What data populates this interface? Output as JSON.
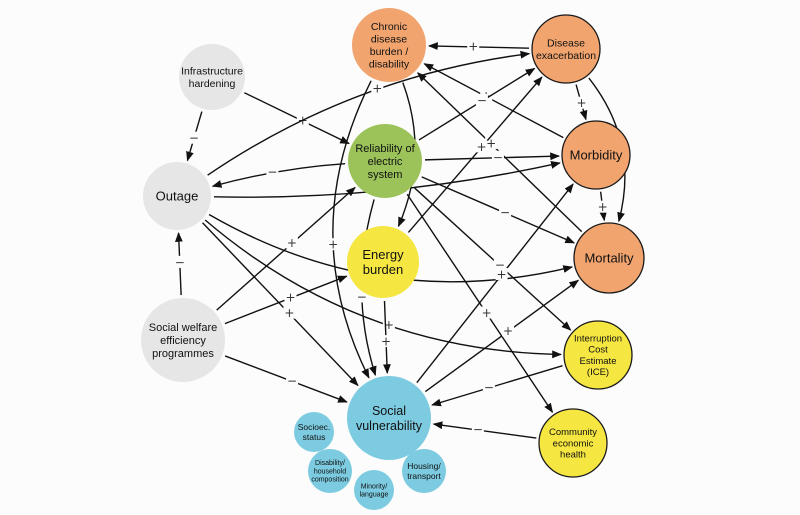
{
  "colors": {
    "grey": "#e6e6e6",
    "green": "#9bc35a",
    "orange": "#f2a46f",
    "yellow": "#f5e642",
    "blue": "#7ccbe0",
    "stroke": "#1a1a1a"
  },
  "nodes": [
    {
      "id": "infra",
      "lines": [
        "Infrastructure",
        "hardening"
      ],
      "color": "grey",
      "outlined": false
    },
    {
      "id": "outage",
      "lines": [
        "Outage"
      ],
      "color": "grey",
      "outlined": false
    },
    {
      "id": "welfare",
      "lines": [
        "Social welfare",
        "efficiency",
        "programmes"
      ],
      "color": "grey",
      "outlined": false
    },
    {
      "id": "chronic",
      "lines": [
        "Chronic",
        "disease",
        "burden /",
        "disability"
      ],
      "color": "orange",
      "outlined": false
    },
    {
      "id": "reliability",
      "lines": [
        "Reliability of",
        "electric",
        "system"
      ],
      "color": "green",
      "outlined": false
    },
    {
      "id": "energy",
      "lines": [
        "Energy",
        "burden"
      ],
      "color": "yellow",
      "outlined": false
    },
    {
      "id": "social",
      "lines": [
        "Social",
        "vulnerability"
      ],
      "color": "blue",
      "outlined": false
    },
    {
      "id": "disease",
      "lines": [
        "Disease",
        "exacerbation"
      ],
      "color": "orange",
      "outlined": true
    },
    {
      "id": "morbidity",
      "lines": [
        "Morbidity"
      ],
      "color": "orange",
      "outlined": true
    },
    {
      "id": "mortality",
      "lines": [
        "Mortality"
      ],
      "color": "orange",
      "outlined": true
    },
    {
      "id": "ice",
      "lines": [
        "Interruption",
        "Cost",
        "Estimate",
        "(ICE)"
      ],
      "color": "yellow",
      "outlined": true
    },
    {
      "id": "community",
      "lines": [
        "Community",
        "economic",
        "health"
      ],
      "color": "yellow",
      "outlined": true
    },
    {
      "id": "socioec",
      "lines": [
        "Socioec.",
        "status"
      ],
      "color": "blue",
      "outlined": false
    },
    {
      "id": "disability",
      "lines": [
        "Disability/",
        "household",
        "composition"
      ],
      "color": "blue",
      "outlined": false
    },
    {
      "id": "minority",
      "lines": [
        "Minority/",
        "language"
      ],
      "color": "blue",
      "outlined": false
    },
    {
      "id": "housing",
      "lines": [
        "Housing/",
        "transport"
      ],
      "color": "blue",
      "outlined": false
    }
  ],
  "edges": [
    {
      "from": "infra",
      "to": "outage",
      "sign": "−"
    },
    {
      "from": "infra",
      "to": "reliability",
      "sign": "+"
    },
    {
      "from": "reliability",
      "to": "outage",
      "sign": "−"
    },
    {
      "from": "outage",
      "to": "disease",
      "sign": "+"
    },
    {
      "from": "outage",
      "to": "morbidity",
      "sign": "+"
    },
    {
      "from": "outage",
      "to": "social",
      "sign": "+"
    },
    {
      "from": "outage",
      "to": "ice",
      "sign": "+"
    },
    {
      "from": "outage",
      "to": "mortality",
      "sign": "+"
    },
    {
      "from": "welfare",
      "to": "outage",
      "sign": "−"
    },
    {
      "from": "welfare",
      "to": "reliability",
      "sign": "+"
    },
    {
      "from": "welfare",
      "to": "energy",
      "sign": "+"
    },
    {
      "from": "welfare",
      "to": "social",
      "sign": "−"
    },
    {
      "from": "disease",
      "to": "chronic",
      "sign": "+"
    },
    {
      "from": "morbidity",
      "to": "chronic",
      "sign": "+"
    },
    {
      "from": "mortality",
      "to": "chronic",
      "sign": "+"
    },
    {
      "from": "reliability",
      "to": "disease",
      "sign": "−"
    },
    {
      "from": "reliability",
      "to": "morbidity",
      "sign": "−"
    },
    {
      "from": "reliability",
      "to": "mortality",
      "sign": "−"
    },
    {
      "from": "reliability",
      "to": "ice",
      "sign": "−"
    },
    {
      "from": "reliability",
      "to": "community",
      "sign": "+"
    },
    {
      "from": "reliability",
      "to": "social",
      "sign": "−"
    },
    {
      "from": "chronic",
      "to": "energy",
      "sign": "+"
    },
    {
      "from": "chronic",
      "to": "social",
      "sign": "+"
    },
    {
      "from": "energy",
      "to": "social",
      "sign": "+"
    },
    {
      "from": "energy",
      "to": "disease",
      "sign": "+"
    },
    {
      "from": "social",
      "to": "morbidity",
      "sign": "+"
    },
    {
      "from": "social",
      "to": "mortality",
      "sign": "+"
    },
    {
      "from": "ice",
      "to": "social",
      "sign": "−"
    },
    {
      "from": "community",
      "to": "social",
      "sign": "−"
    },
    {
      "from": "disease",
      "to": "morbidity",
      "sign": "+"
    },
    {
      "from": "morbidity",
      "to": "mortality",
      "sign": "+"
    },
    {
      "from": "disease",
      "to": "mortality",
      "sign": "+"
    }
  ]
}
